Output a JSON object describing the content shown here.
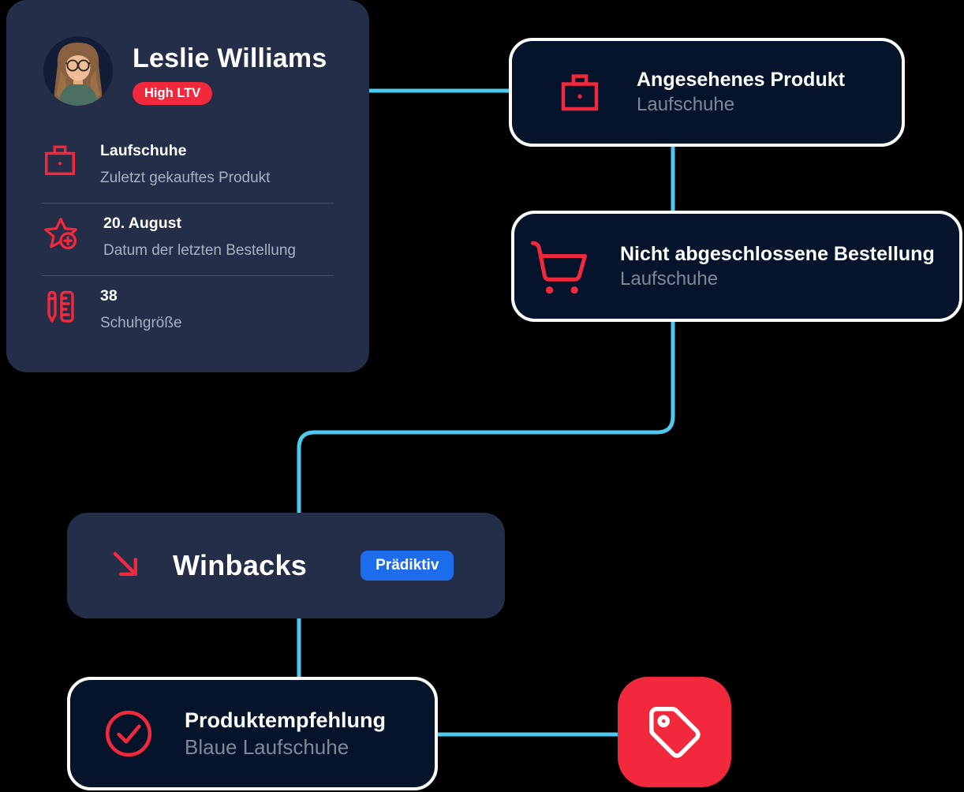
{
  "colors": {
    "background": "#000000",
    "card_navy": "#242E48",
    "card_dark_bordered": "#05142A",
    "accent_red": "#F2283C",
    "connector_cyan": "#4FC8EF",
    "badge_blue": "#1C6CEC",
    "muted_text_dark_cards": "#7E8899",
    "muted_text_profile": "#A7B0C1"
  },
  "profile_card": {
    "name": "Leslie Williams",
    "badge_label": "High LTV",
    "attributes": [
      {
        "icon": "briefcase-icon",
        "title": "Laufschuhe",
        "subtitle": "Zuletzt gekauftes Produkt"
      },
      {
        "icon": "star-plus-icon",
        "title": "20. August",
        "subtitle": "Datum der letzten Bestellung"
      },
      {
        "icon": "shoe-size-icon",
        "title": "38",
        "subtitle": "Schuhgröße"
      }
    ]
  },
  "flow_nodes": {
    "viewed_product": {
      "icon": "briefcase-icon",
      "title": "Angesehenes Produkt",
      "subtitle": "Laufschuhe"
    },
    "abandoned_order": {
      "icon": "cart-icon",
      "title": "Nicht abgeschlossene Bestellung",
      "subtitle": "Laufschuhe"
    },
    "winbacks": {
      "icon": "arrow-down-right-icon",
      "title": "Winbacks",
      "badge_label": "Prädiktiv"
    },
    "product_recommendation": {
      "icon": "check-circle-icon",
      "title": "Produktempfehlung",
      "subtitle": "Blaue Laufschuhe"
    },
    "offer_tag": {
      "icon": "tag-icon"
    }
  }
}
